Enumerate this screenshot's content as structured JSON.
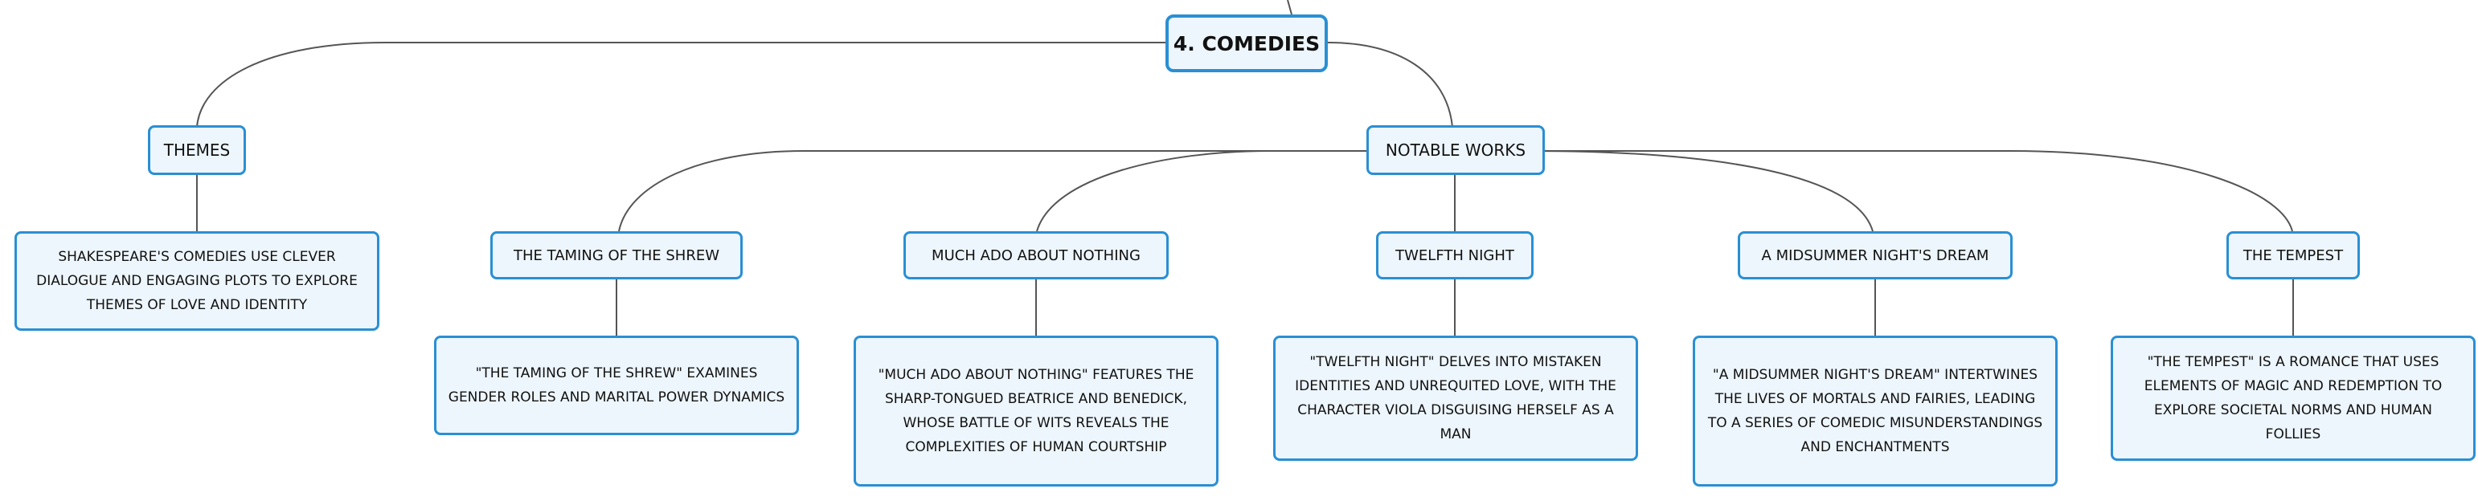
{
  "diagram": {
    "root": "4. COMEDIES",
    "themes": {
      "label": "THEMES",
      "detail": "SHAKESPEARE'S COMEDIES USE CLEVER DIALOGUE AND ENGAGING PLOTS TO EXPLORE THEMES OF LOVE AND IDENTITY"
    },
    "notable_works": {
      "label": "NOTABLE WORKS",
      "items": [
        {
          "title": "THE TAMING OF THE SHREW",
          "detail": "\"THE TAMING OF THE SHREW\" EXAMINES GENDER ROLES AND MARITAL POWER DYNAMICS"
        },
        {
          "title": "MUCH ADO ABOUT NOTHING",
          "detail": "\"MUCH ADO ABOUT NOTHING\" FEATURES THE SHARP-TONGUED BEATRICE AND BENEDICK, WHOSE BATTLE OF WITS REVEALS THE COMPLEXITIES OF HUMAN COURTSHIP"
        },
        {
          "title": "TWELFTH NIGHT",
          "detail": "\"TWELFTH NIGHT\" DELVES INTO MISTAKEN IDENTITIES AND UNREQUITED LOVE, WITH THE CHARACTER VIOLA DISGUISING HERSELF AS A MAN"
        },
        {
          "title": "A MIDSUMMER NIGHT'S DREAM",
          "detail": "\"A MIDSUMMER NIGHT'S DREAM\" INTERTWINES THE LIVES OF MORTALS AND FAIRIES, LEADING TO A SERIES OF COMEDIC MISUNDERSTANDINGS AND ENCHANTMENTS"
        },
        {
          "title": "THE TEMPEST",
          "detail": "\"THE TEMPEST\" IS A ROMANCE THAT USES ELEMENTS OF MAGIC AND REDEMPTION TO EXPLORE SOCIETAL NORMS AND HUMAN FOLLIES"
        }
      ]
    }
  },
  "colors": {
    "node_border": "#2b8fd3",
    "node_fill": "#eef6fd",
    "connector": "#555555",
    "text": "#111111"
  }
}
